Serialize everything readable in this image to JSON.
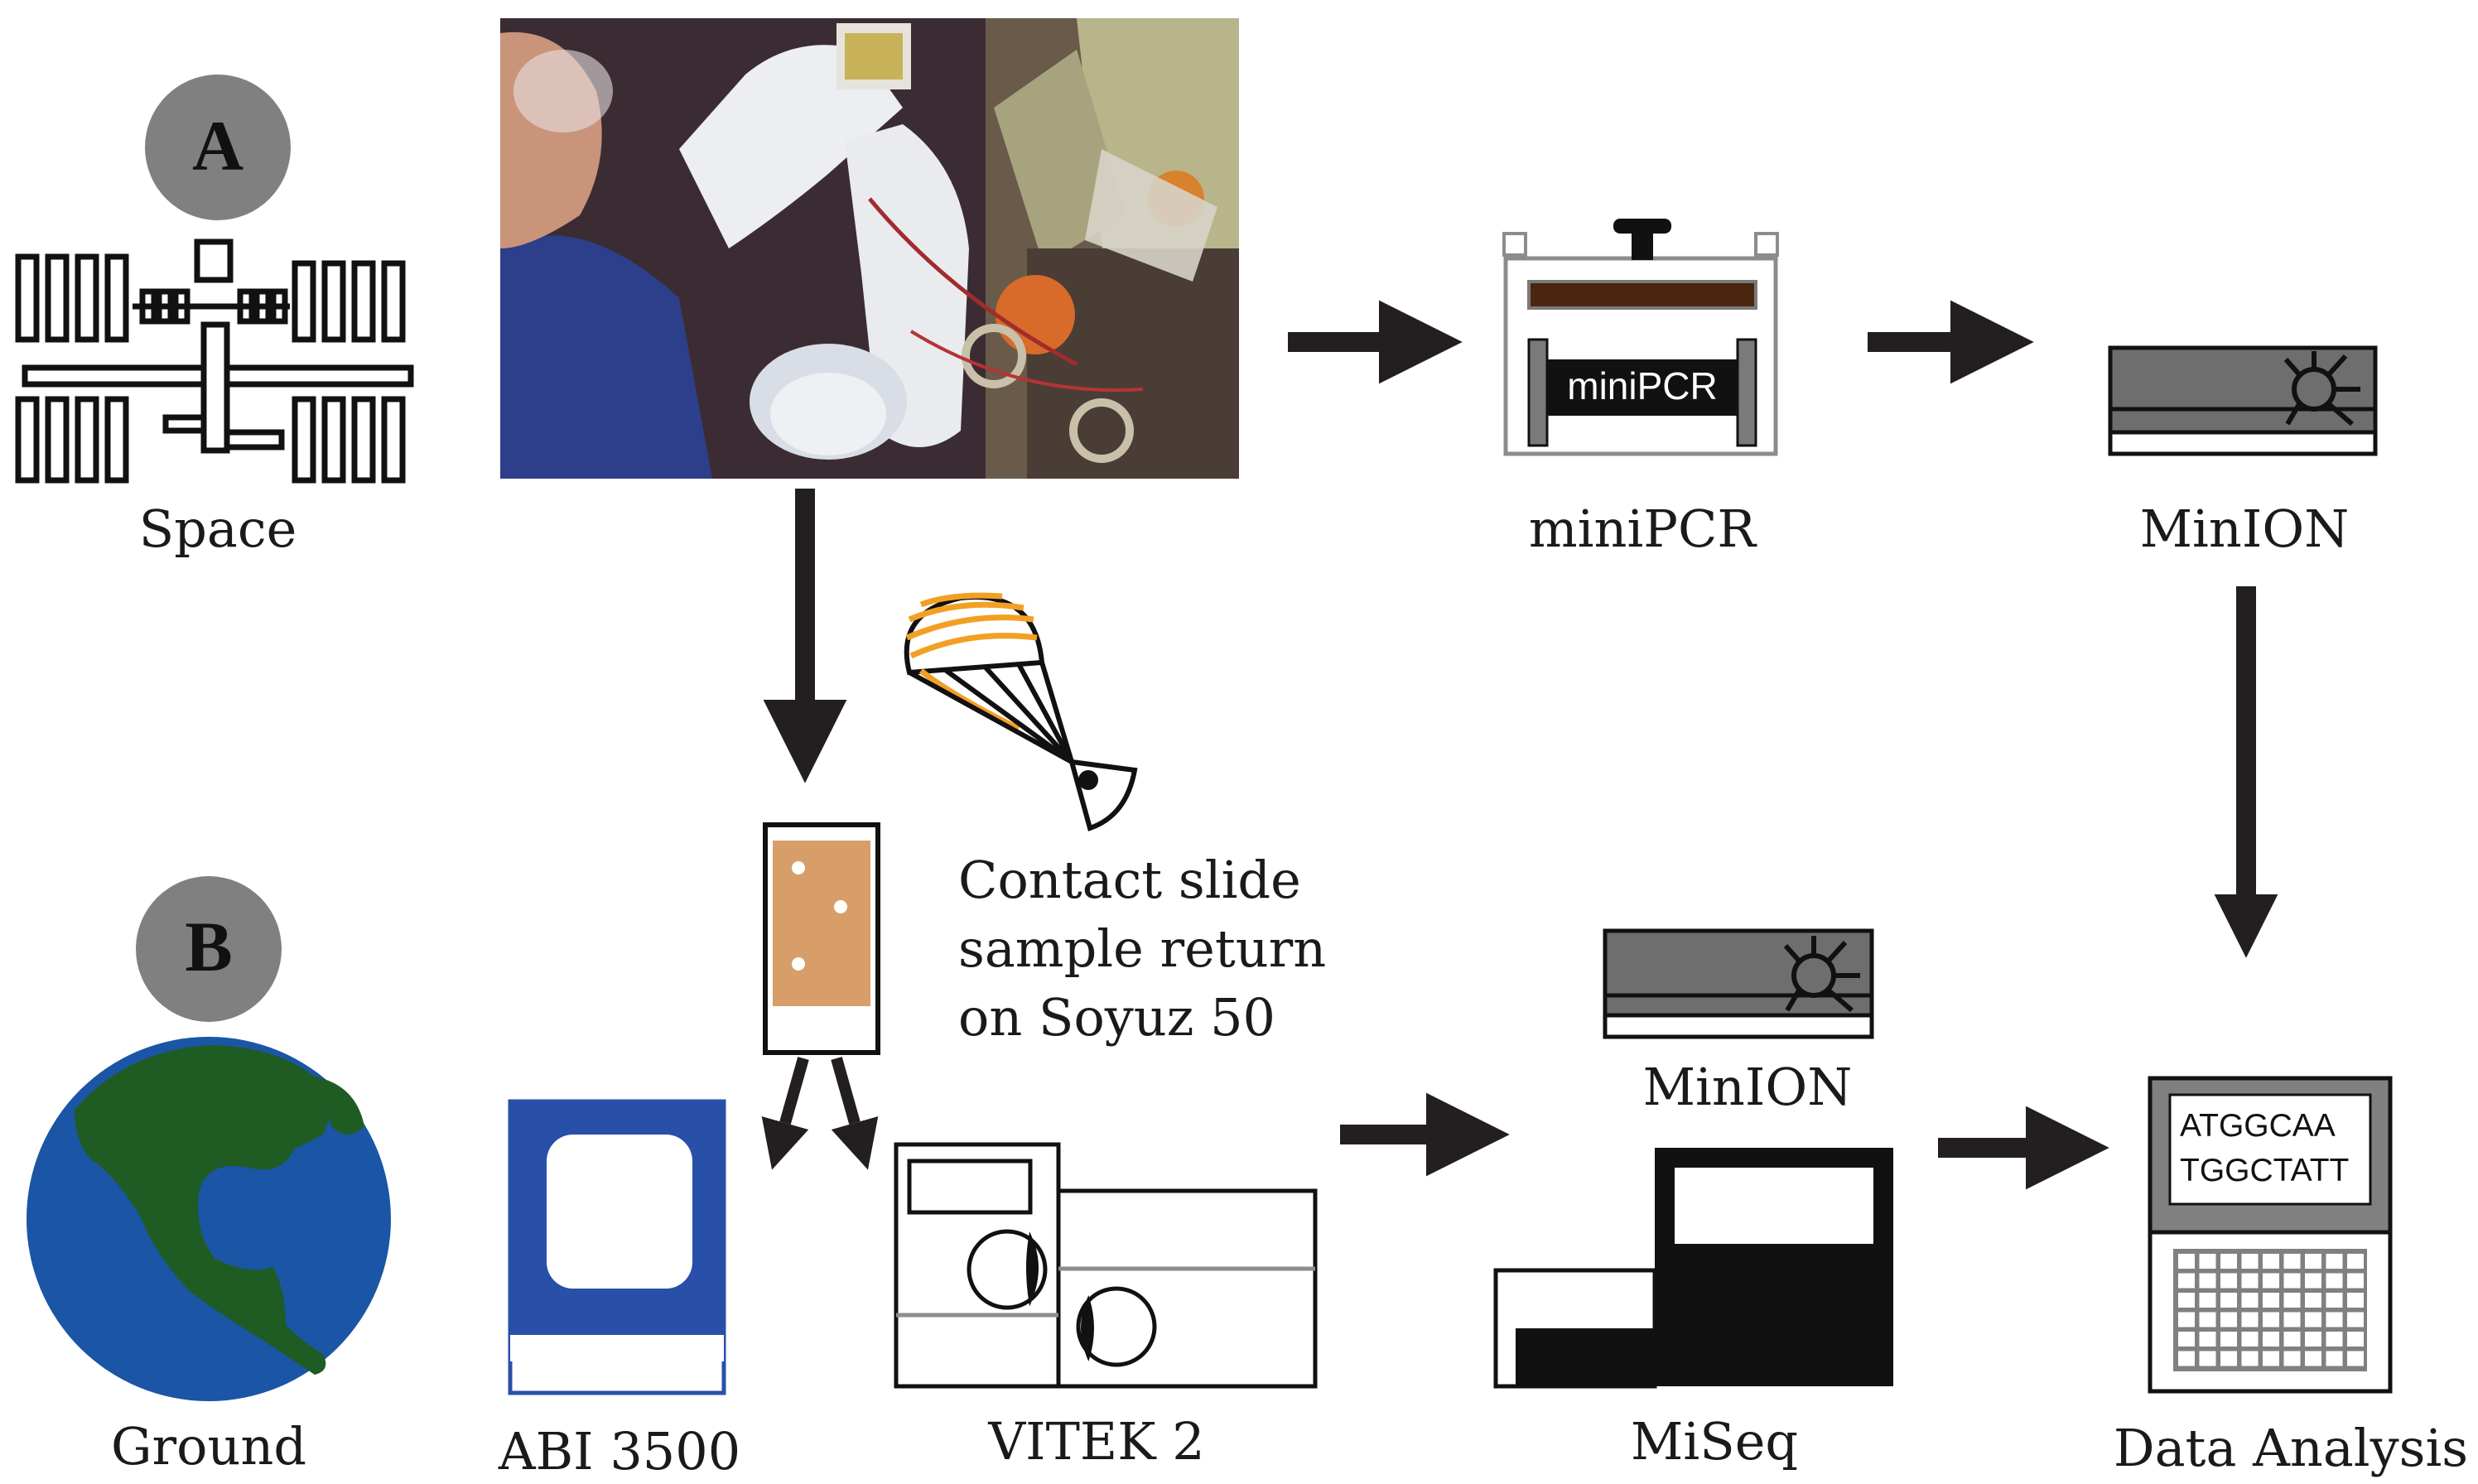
{
  "colors": {
    "ink": "#111111",
    "badge_gray": "#808080",
    "device_gray": "#6e6e6e",
    "pcr_brown": "#4a2610",
    "slide_tan": "#d79e6a",
    "parachute_orange": "#f2a024",
    "earth_ocean": "#1b55a5",
    "earth_land": "#1f5c24",
    "abi_blue": "#2850a8",
    "screen_gray": "#808080"
  },
  "badges": {
    "space": "A",
    "ground": "B"
  },
  "labels": {
    "space": "Space",
    "ground": "Ground",
    "minipcr": "miniPCR",
    "minion_top": "MinION",
    "minion_bottom": "MinION",
    "abi": "ABI 3500",
    "vitek": "VITEK 2",
    "miseq": "MiSeq",
    "data_analysis": "Data Analysis"
  },
  "minipcr_device_text": "miniPCR",
  "sample_return": [
    "Contact slide",
    "sample return",
    "on Soyuz 50"
  ],
  "sequence_lines": [
    "ATGGCAA",
    "TGGCTATT"
  ],
  "icons": {
    "station": "space-station-icon",
    "earth": "earth-globe-icon",
    "parachute": "parachute-capsule-icon"
  }
}
